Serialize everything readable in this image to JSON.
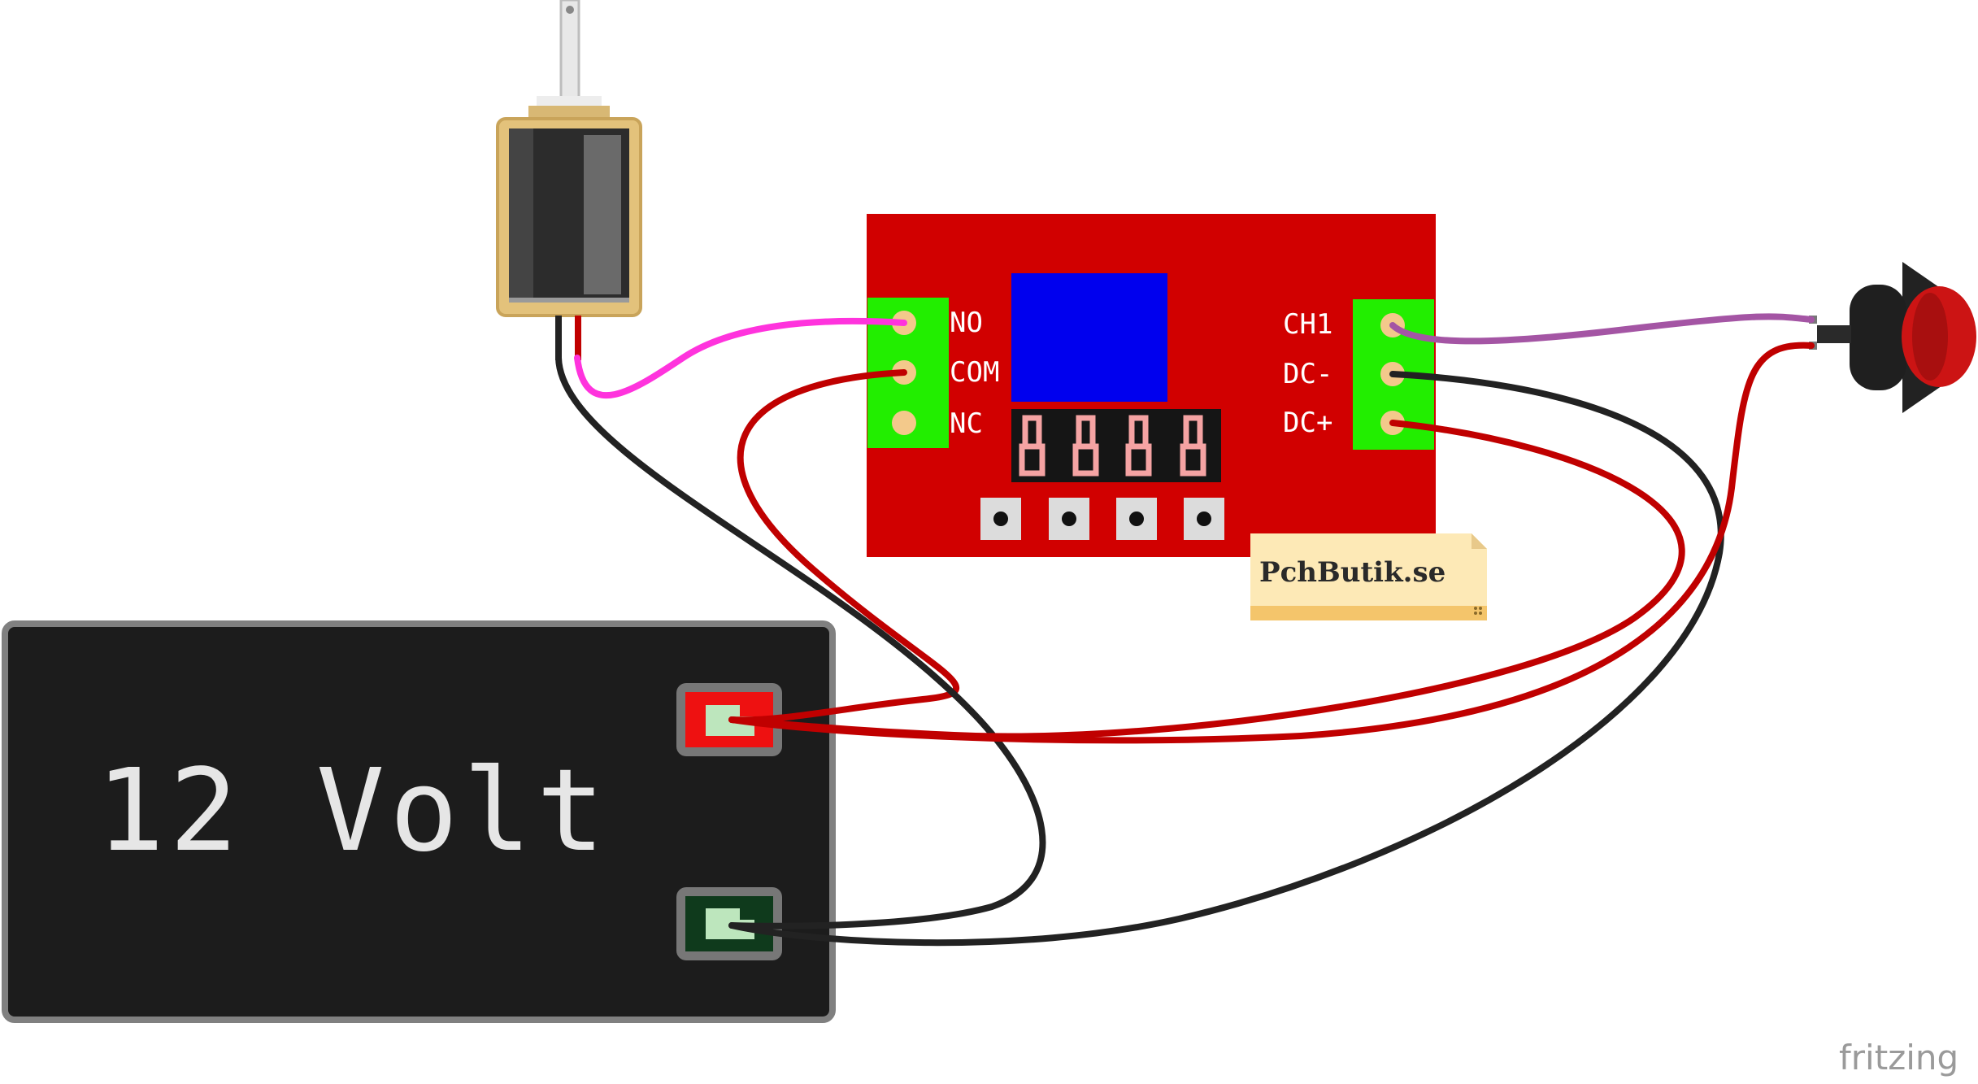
{
  "relay_module": {
    "left_terminals": [
      "NO",
      "COM",
      "NC"
    ],
    "right_terminals": [
      "CH1",
      "DC-",
      "DC+"
    ]
  },
  "sticker": {
    "label": "PchButik.se"
  },
  "battery": {
    "label": "12 Volt"
  },
  "footer": {
    "brand": "fritzing"
  },
  "colors": {
    "board_red": "#d10000",
    "terminal_green": "#22ee00",
    "relay_blue": "#0000ee",
    "wire_red": "#c00000",
    "wire_black": "#222222",
    "wire_magenta": "#ff33dd",
    "wire_purple": "#a455a4",
    "battery_body": "#1c1c1c",
    "solenoid_brass": "#e3c27b",
    "button_red": "#cc1414"
  }
}
